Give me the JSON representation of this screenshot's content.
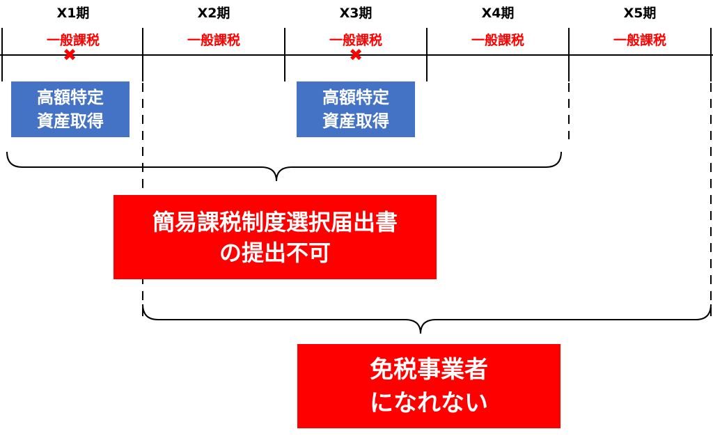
{
  "colors": {
    "accent_red": "#ff0000",
    "box_blue": "#4472c4",
    "line_black": "#000000"
  },
  "periods": [
    {
      "label": "X1期",
      "tax": "一般課税",
      "crossed": true,
      "asset_acquired": true
    },
    {
      "label": "X2期",
      "tax": "一般課税",
      "crossed": false,
      "asset_acquired": false
    },
    {
      "label": "X3期",
      "tax": "一般課税",
      "crossed": true,
      "asset_acquired": true
    },
    {
      "label": "X4期",
      "tax": "一般課税",
      "crossed": false,
      "asset_acquired": false
    },
    {
      "label": "X5期",
      "tax": "一般課税",
      "crossed": false,
      "asset_acquired": false
    }
  ],
  "cross_icon": "✖",
  "assets": [
    {
      "line1": "高額特定",
      "line2": "資産取得"
    },
    {
      "line1": "高額特定",
      "line2": "資産取得"
    }
  ],
  "callouts": {
    "simplified_tax": {
      "line1": "簡易課税制度選択届出書",
      "line2": "の提出不可"
    },
    "tax_exempt": {
      "line1": "免税事業者",
      "line2": "になれない"
    }
  }
}
